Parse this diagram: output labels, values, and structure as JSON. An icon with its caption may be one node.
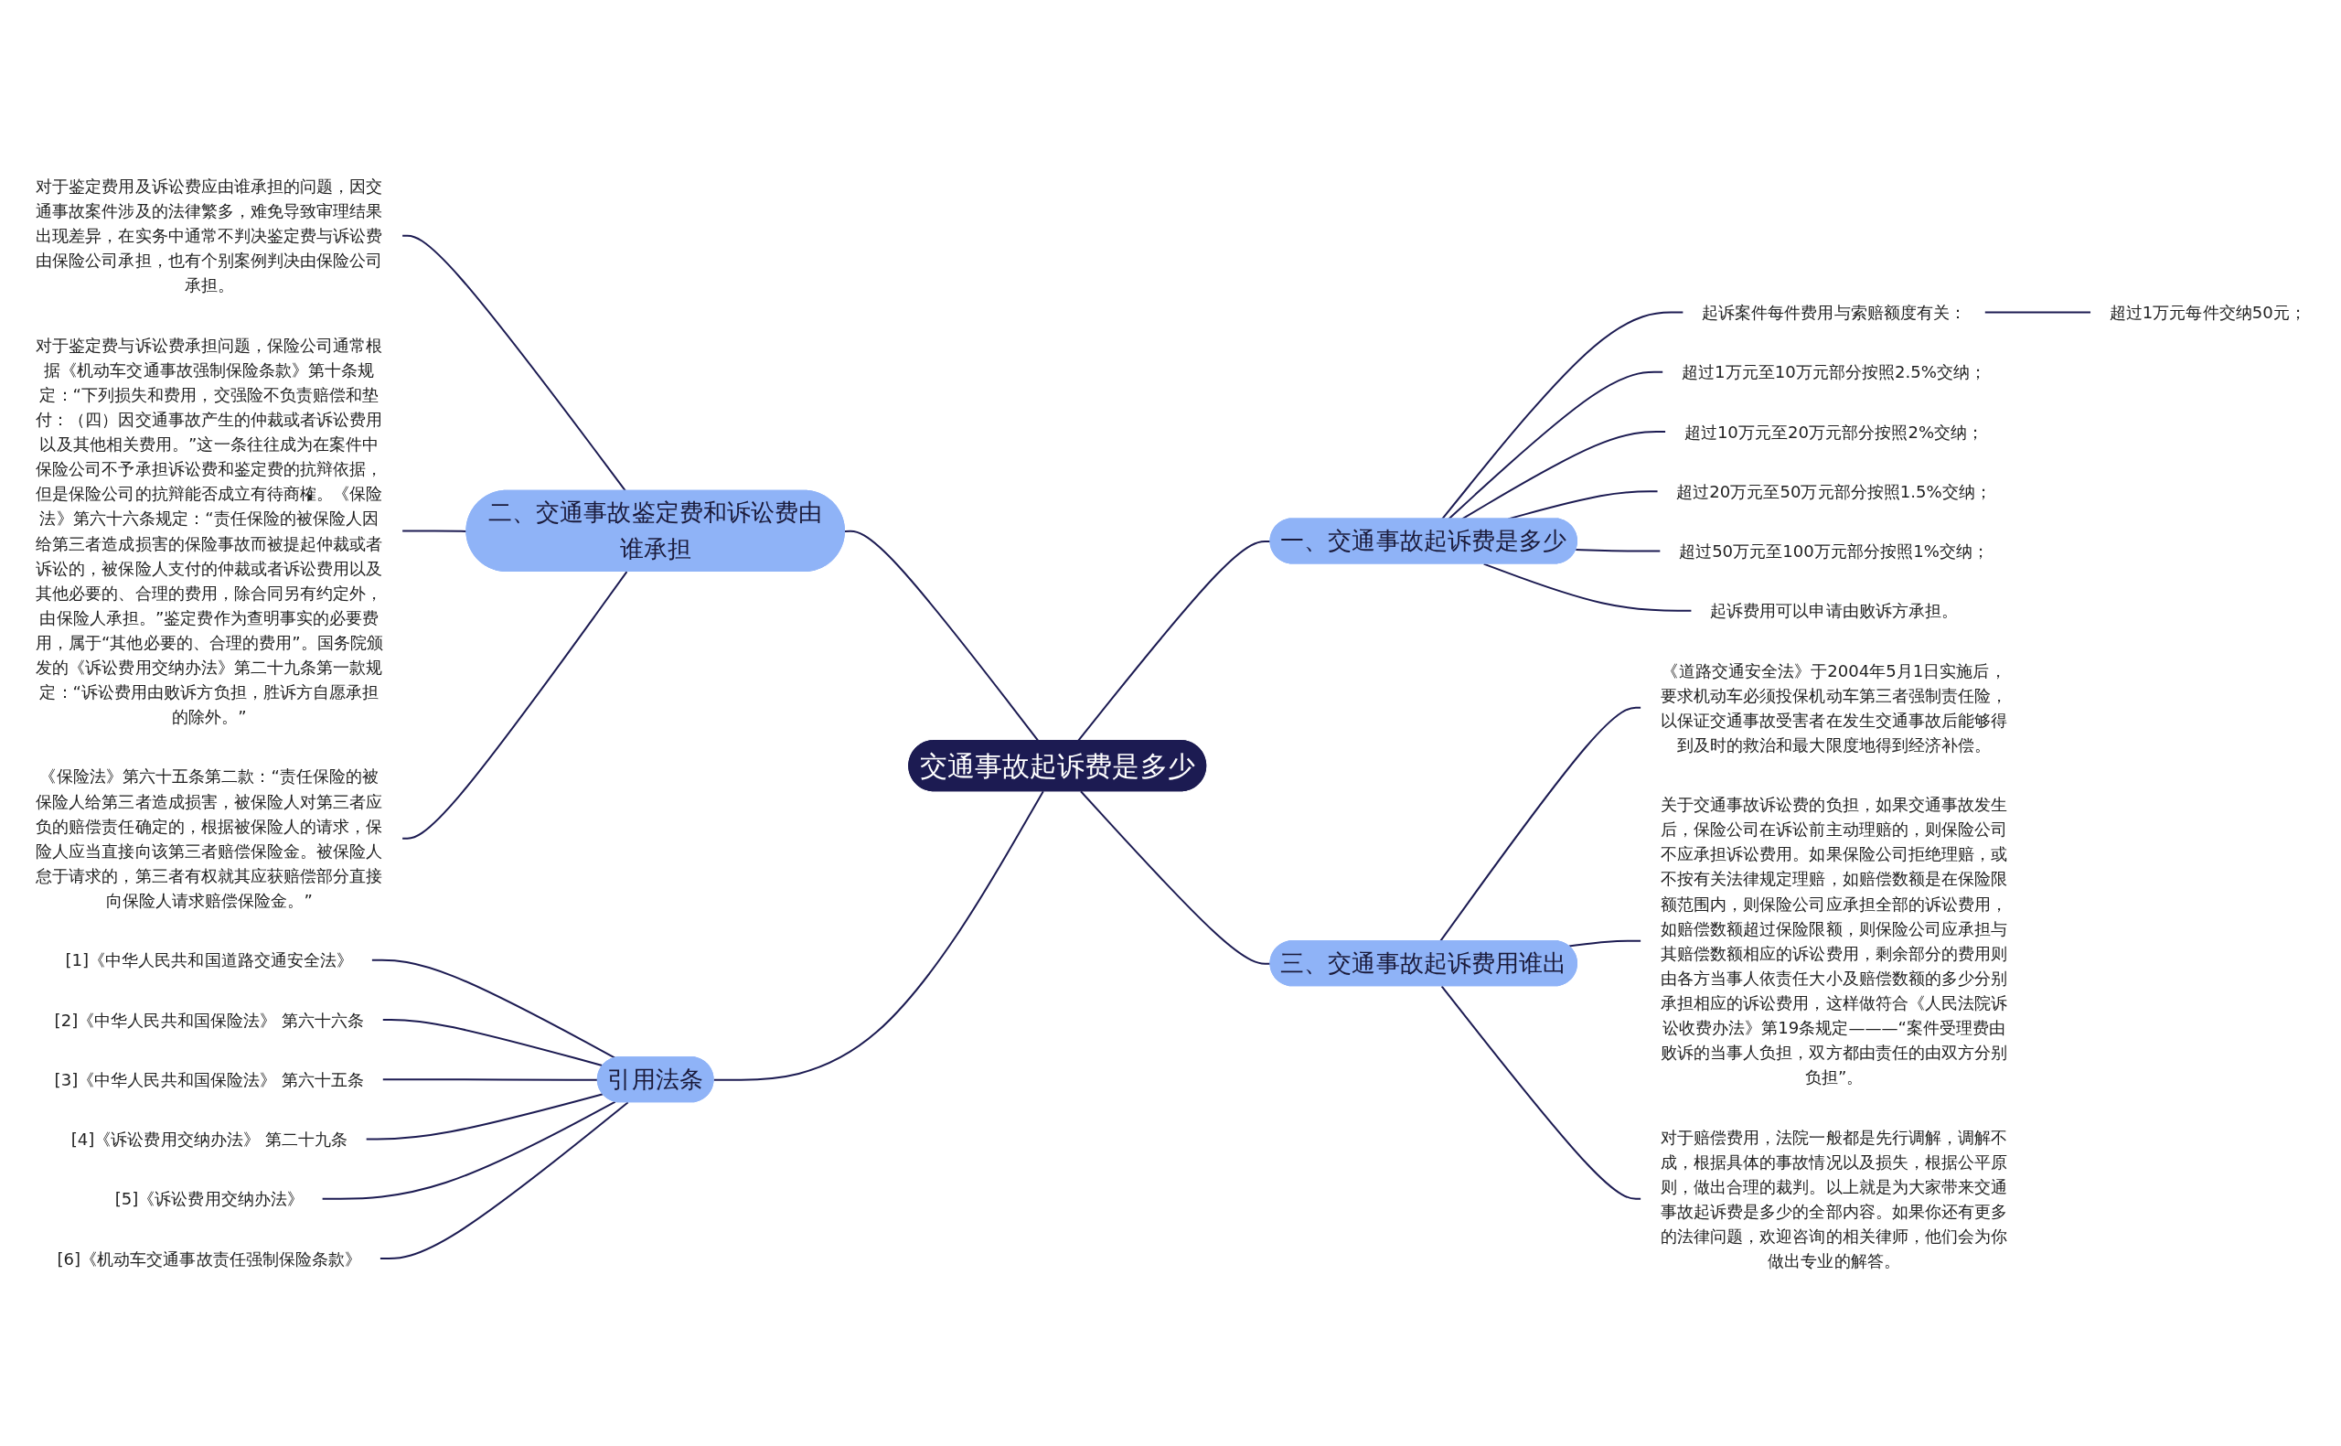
{
  "diagram": {
    "nodes": [
      {
        "text": [
          "交通事故起诉费是多少"
        ]
      },
      {
        "text": [
          "一、交通事故起诉费是多少"
        ]
      },
      {
        "text": [
          "起诉案件每件费用与索赔额度有关："
        ]
      },
      {
        "text": [
          "超过1万元每件交纳50元；"
        ]
      },
      {
        "text": [
          "超过1万元至10万元部分按照2.5%交纳；"
        ]
      },
      {
        "text": [
          "超过10万元至20万元部分按照2%交纳；"
        ]
      },
      {
        "text": [
          "超过20万元至50万元部分按照1.5%交纳；"
        ]
      },
      {
        "text": [
          "超过50万元至100万元部分按照1%交纳；"
        ]
      },
      {
        "text": [
          "起诉费用可以申请由败诉方承担。"
        ]
      },
      {
        "text": [
          "二、交通事故鉴定费和诉讼费由谁承担"
        ]
      },
      {
        "text": [
          "对于鉴定费用及诉讼费应由谁承担的问题，因交通事故案件涉及的法律繁多，难免导致审理结果出现差异，在实务中通常不判决鉴定费与诉讼费由保险公司承担，也有个别案例判决由保险公司承担。"
        ]
      },
      {
        "text": [
          "对于鉴定费与诉讼费承担问题，保险公司通常根据《机动车交通事故强制保险条款》第十条规定：“下列损失和费用，交强险不负责赔偿和垫付：（四）因交通事故产生的仲裁或者诉讼费用以及其他相关费用。”这一条往往成为在案件中保险公司不予承担诉讼费和鉴定费的抗辩依据，但是保险公司的抗辩能否成立有待商榷。《保险法》第六十六条规定：“责任保险的被保险人因给第三者造成损害的保险事故而被提起仲裁或者诉讼的，被保险人支付的仲裁或者诉讼费用以及其他必要的、合理的费用，除合同另有约定外，由保险人承担。”鉴定费作为查明事实的必要费用，属于“其他必要的、合理的费用”。国务院颁发的《诉讼费用交纳办法》第二十九条第一款规定：“诉讼费用由败诉方负担，胜诉方自愿承担的除外。”"
        ]
      },
      {
        "text": [
          "《保险法》第六十五条第二款：“责任保险的被保险人给第三者造成损害，被保险人对第三者应负的赔偿责任确定的，根据被保险人的请求，保险人应当直接向该第三者赔偿保险金。被保险人怠于请求的，第三者有权就其应获赔偿部分直接向保险人请求赔偿保险金。”"
        ]
      },
      {
        "text": [
          "三、交通事故起诉费用谁出"
        ]
      },
      {
        "text": [
          "《道路交通安全法》于2004年5月1日实施后，要求机动车必须投保机动车第三者强制责任险，以保证交通事故受害者在发生交通事故后能够得到及时的救治和最大限度地得到经济补偿。"
        ]
      },
      {
        "text": [
          "关于交通事故诉讼费的负担，如果交通事故发生后，保险公司在诉讼前主动理赔的，则保险公司不应承担诉讼费用。如果保险公司拒绝理赔，或不按有关法律规定理赔，如赔偿数额是在保险限额范围内，则保险公司应承担全部的诉讼费用，如赔偿数额超过保险限额，则保险公司应承担与其赔偿数额相应的诉讼费用，剩余部分的费用则由各方当事人依责任大小及赔偿数额的多少分别承担相应的诉讼费用，这样做符合《人民法院诉讼收费办法》第19条规定———“案件受理费由败诉的当事人负担，双方都由责任的由双方分别负担”。"
        ]
      },
      {
        "text": [
          "对于赔偿费用，法院一般都是先行调解，调解不成，根据具体的事故情况以及损失，根据公平原则，做出合理的裁判。以上就是为大家带来交通事故起诉费是多少的全部内容。如果你还有更多的法律问题，欢迎咨询的相关律师，他们会为你做出专业的解答。"
        ]
      },
      {
        "text": [
          "引用法条"
        ]
      },
      {
        "text": [
          "[1]《中华人民共和国道路交通安全法》"
        ]
      },
      {
        "text": [
          "[2]《中华人民共和国保险法》 第六十六条"
        ]
      },
      {
        "text": [
          "[3]《中华人民共和国保险法》 第六十五条"
        ]
      },
      {
        "text": [
          "[4]《诉讼费用交纳办法》 第二十九条"
        ]
      },
      {
        "text": [
          "[5]《诉讼费用交纳办法》"
        ]
      },
      {
        "text": [
          "[6]《机动车交通事故责任强制保险条款》"
        ]
      }
    ],
    "edges": [
      {
        "from": 0,
        "to": 1,
        "arrow": "none"
      },
      {
        "from": 1,
        "to": 2,
        "arrow": "none"
      },
      {
        "from": 2,
        "to": 3,
        "arrow": "none"
      },
      {
        "from": 1,
        "to": 4,
        "arrow": "none"
      },
      {
        "from": 1,
        "to": 5,
        "arrow": "none"
      },
      {
        "from": 1,
        "to": 6,
        "arrow": "none"
      },
      {
        "from": 1,
        "to": 7,
        "arrow": "none"
      },
      {
        "from": 1,
        "to": 8,
        "arrow": "none"
      },
      {
        "from": 0,
        "to": 9,
        "arrow": "none"
      },
      {
        "from": 9,
        "to": 10,
        "arrow": "none"
      },
      {
        "from": 9,
        "to": 11,
        "arrow": "none"
      },
      {
        "from": 9,
        "to": 12,
        "arrow": "none"
      },
      {
        "from": 0,
        "to": 13,
        "arrow": "none"
      },
      {
        "from": 13,
        "to": 14,
        "arrow": "none"
      },
      {
        "from": 13,
        "to": 15,
        "arrow": "none"
      },
      {
        "from": 13,
        "to": 16,
        "arrow": "none"
      },
      {
        "from": 0,
        "to": 17,
        "arrow": "none"
      },
      {
        "from": 17,
        "to": 18,
        "arrow": "none"
      },
      {
        "from": 17,
        "to": 19,
        "arrow": "none"
      },
      {
        "from": 17,
        "to": 20,
        "arrow": "none"
      },
      {
        "from": 17,
        "to": 21,
        "arrow": "none"
      },
      {
        "from": 17,
        "to": 22,
        "arrow": "none"
      },
      {
        "from": 17,
        "to": 23,
        "arrow": "none"
      }
    ]
  }
}
